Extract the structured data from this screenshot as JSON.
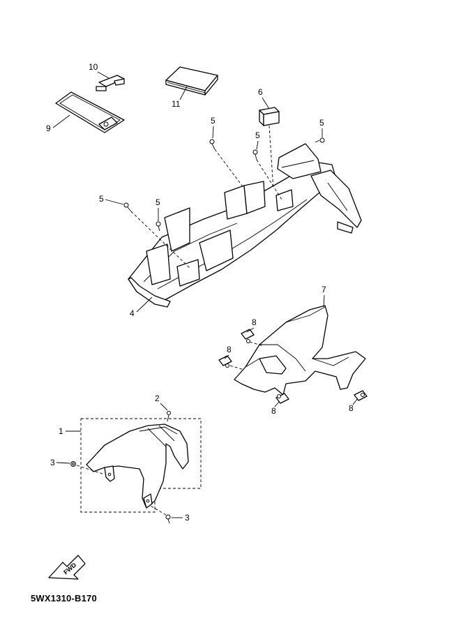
{
  "drawing_code": "5WX1310-B170",
  "fwd_label": "FWD",
  "callouts": {
    "c10": "10",
    "c11": "11",
    "c9": "9",
    "c6": "6",
    "c5a": "5",
    "c5b": "5",
    "c5c": "5",
    "c5d": "5",
    "c5e": "5",
    "c4": "4",
    "c7": "7",
    "c8a": "8",
    "c8b": "8",
    "c8c": "8",
    "c8d": "8",
    "c2": "2",
    "c1": "1",
    "c3a": "3",
    "c3b": "3"
  }
}
